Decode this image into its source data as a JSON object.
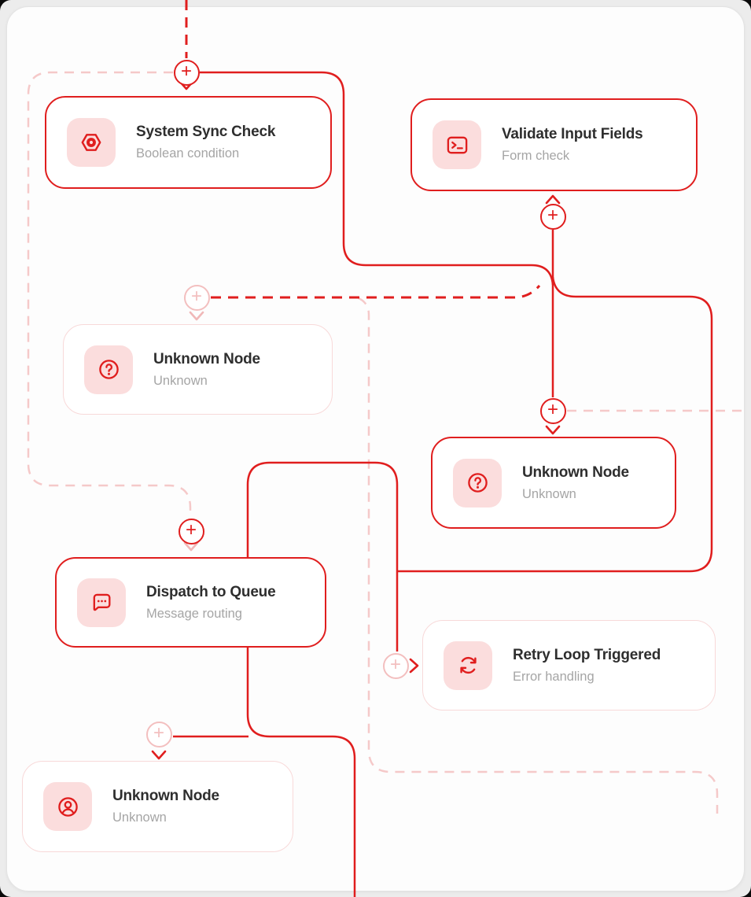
{
  "plus_symbol": "+",
  "colors": {
    "accent_red": "#e01e1e",
    "faded_pink": "#f5c9c9",
    "icon_tile_background": "#fbdddd",
    "node_title_text": "#2e2e2e",
    "node_subtitle_text": "#a5a5a5",
    "canvas_background": "#fdfdfd",
    "canvas_margin": "#ececec"
  },
  "nodes": [
    {
      "title": "System Sync Check",
      "subtitle": "Boolean condition",
      "icon": "hexagon-node-icon",
      "state": "active"
    },
    {
      "title": "Validate Input Fields",
      "subtitle": "Form check",
      "icon": "terminal-icon",
      "state": "active"
    },
    {
      "title": "Unknown Node",
      "subtitle": "Unknown",
      "icon": "help-circle-icon",
      "state": "faded"
    },
    {
      "title": "Unknown Node",
      "subtitle": "Unknown",
      "icon": "help-circle-icon",
      "state": "active"
    },
    {
      "title": "Dispatch to Queue",
      "subtitle": "Message routing",
      "icon": "message-dots-icon",
      "state": "active"
    },
    {
      "title": "Retry Loop Triggered",
      "subtitle": "Error handling",
      "icon": "refresh-icon",
      "state": "faded"
    },
    {
      "title": "Unknown Node",
      "subtitle": "Unknown",
      "icon": "user-circle-icon",
      "state": "faded"
    }
  ],
  "edges": [
    {
      "from": "canvas-top",
      "to": "add-button-1 / System Sync Check",
      "style": "red-dashed"
    },
    {
      "from": "add-button-1",
      "to": "junction-right",
      "style": "red-solid"
    },
    {
      "from": "add-button-2",
      "to": "Validate Input Fields",
      "style": "red-solid-arrow-up"
    },
    {
      "from": "add-button-3",
      "to": "junction-right",
      "style": "red-dashed"
    },
    {
      "from": "junction-right",
      "to": "add-button-4 / Unknown Node",
      "style": "red-solid"
    },
    {
      "from": "junction-right",
      "to": "dispatch-and-retry-branch",
      "style": "red-solid"
    },
    {
      "from": "add-button-4",
      "to": "canvas-right-edge",
      "style": "pink-dashed"
    },
    {
      "from": "add-button-1-loop",
      "to": "add-button-5 / Dispatch to Queue",
      "style": "pink-dashed"
    },
    {
      "from": "branch",
      "to": "add-button-6 / Retry Loop Triggered",
      "style": "red-solid-arrow-right"
    },
    {
      "from": "Dispatch to Queue",
      "to": "add-button-7 / Unknown Node / canvas-bottom",
      "style": "red-solid"
    },
    {
      "from": "red-dashed-line",
      "to": "bottom-right-stub",
      "style": "pink-dashed"
    }
  ]
}
